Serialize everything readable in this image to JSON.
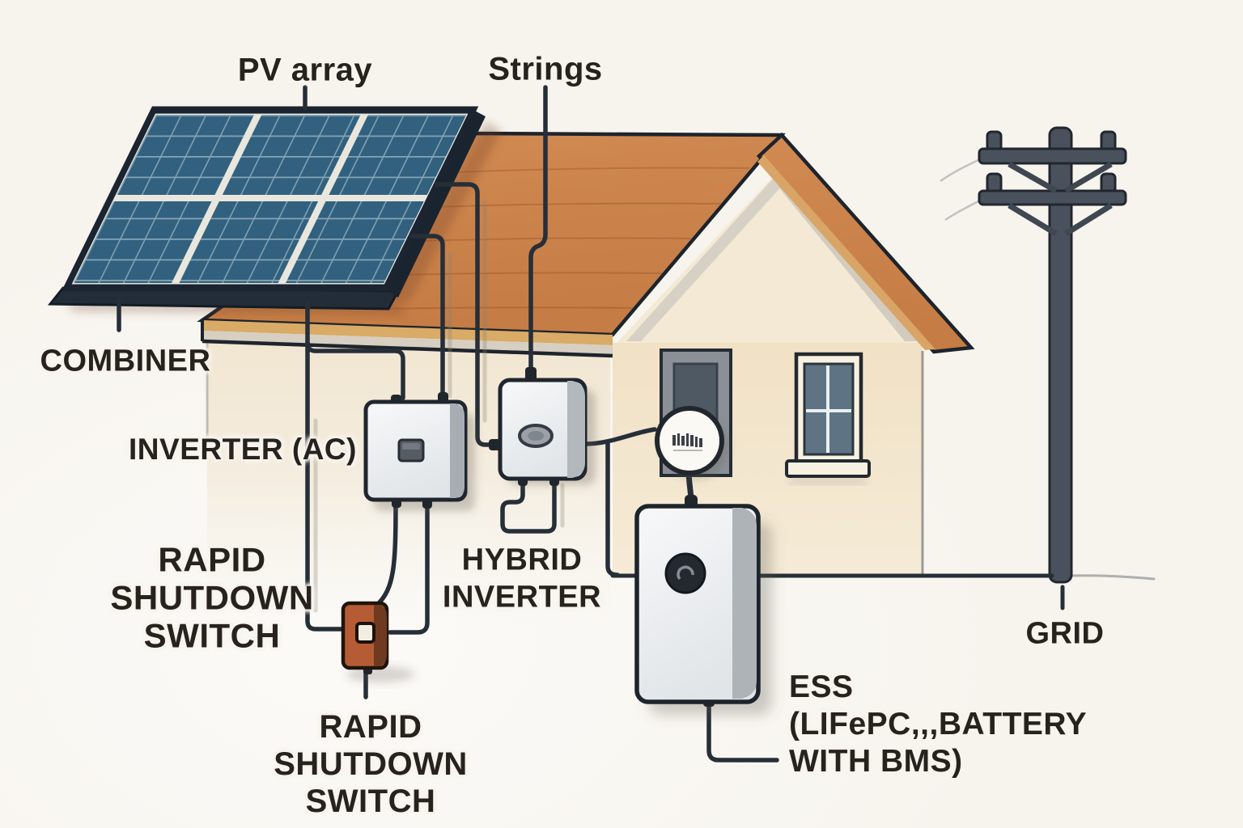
{
  "diagram": {
    "labels": {
      "pv_array": "PV array",
      "strings": "Strings",
      "combiner": "COMBINER",
      "inverter_ac": "INVERTER (AC)",
      "rapid_shutdown_switch_upper": "RAPID\nSHUTDOWN\nSWITCH",
      "rapid_shutdown_switch_lower": "RAPID\nSHUTDOWN\nSWITCH",
      "hybrid_inverter": "HYBRID\nINVERTER",
      "ess": "ESS\n(LIFePC,,,BATTERY\nWITH BMS)",
      "grid": "GRID"
    },
    "components": [
      "pv-array-panel",
      "house",
      "roof",
      "combiner-wire",
      "string-wires",
      "ac-inverter-unit",
      "rapid-shutdown-switch-unit",
      "hybrid-inverter-unit",
      "energy-meter",
      "ess-battery-unit",
      "front-door",
      "window",
      "utility-pole",
      "grid-service-wire"
    ],
    "colors": {
      "background": "#f7f4ee",
      "roof": "#cd8550",
      "roof_trim_tan": "#d9ab67",
      "wall": "#f2e5cd",
      "panel_cell": "#31617f",
      "panel_frame": "#1b2430",
      "wire": "#262e38",
      "switch_orange": "#b65c35",
      "pole_slate": "#49525c",
      "device_white": "#f2f3f4",
      "label_text": "#27221d"
    }
  }
}
